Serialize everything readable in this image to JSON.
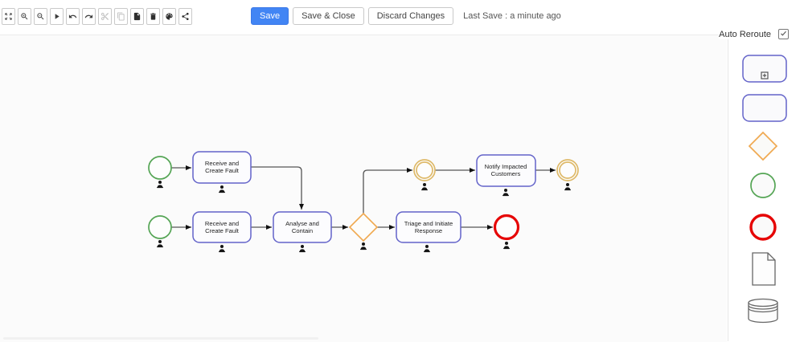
{
  "toolbar": {
    "icon_buttons": [
      "fit-to-screen",
      "zoom-in",
      "zoom-out",
      "play",
      "undo",
      "redo",
      "cut",
      "copy",
      "paste",
      "delete",
      "palette",
      "share"
    ],
    "save_label": "Save",
    "save_close_label": "Save & Close",
    "discard_label": "Discard Changes",
    "last_save": "Last Save : a minute ago"
  },
  "sidebar": {
    "auto_reroute_label": "Auto Reroute",
    "auto_reroute_checked": true,
    "palette_items": [
      "subprocess",
      "task",
      "gateway",
      "start-event",
      "end-event",
      "document",
      "datastore"
    ]
  },
  "diagram": {
    "receive_top": [
      "Receive and",
      "Create Fault"
    ],
    "receive_bottom": [
      "Receive and",
      "Create Fault"
    ],
    "analyse": [
      "Analyse and",
      "Contain"
    ],
    "triage": [
      "Triage and Initiate",
      "Response"
    ],
    "notify": [
      "Notify Impacted",
      "Customers"
    ]
  },
  "colors": {
    "accent_blue": "#4285f4",
    "task_border": "#6363c9",
    "gateway_orange": "#f0a950",
    "start_green": "#55a555",
    "end_red": "#e60505",
    "intermediate_gold": "#deb968",
    "edge_gray": "#555555"
  }
}
